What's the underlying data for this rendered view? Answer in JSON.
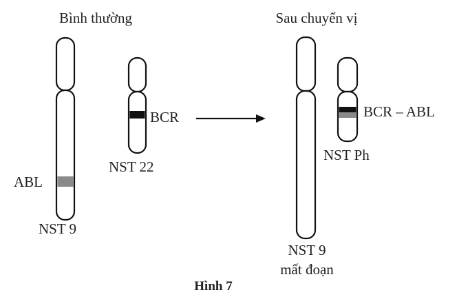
{
  "titles": {
    "normal": "Bình thường",
    "after": "Sau chuyển vị"
  },
  "labels": {
    "bcr": "BCR",
    "nst22": "NST 22",
    "abl": "ABL",
    "nst9": "NST 9",
    "bcr_abl": "BCR – ABL",
    "nst_ph": "NST Ph",
    "nst9_deleted_line1": "NST 9",
    "nst9_deleted_line2": "mất đoạn"
  },
  "caption": "Hình 7",
  "colors": {
    "bcr_band": "#111111",
    "abl_band": "#8a8a8a",
    "outline": "#111111"
  }
}
